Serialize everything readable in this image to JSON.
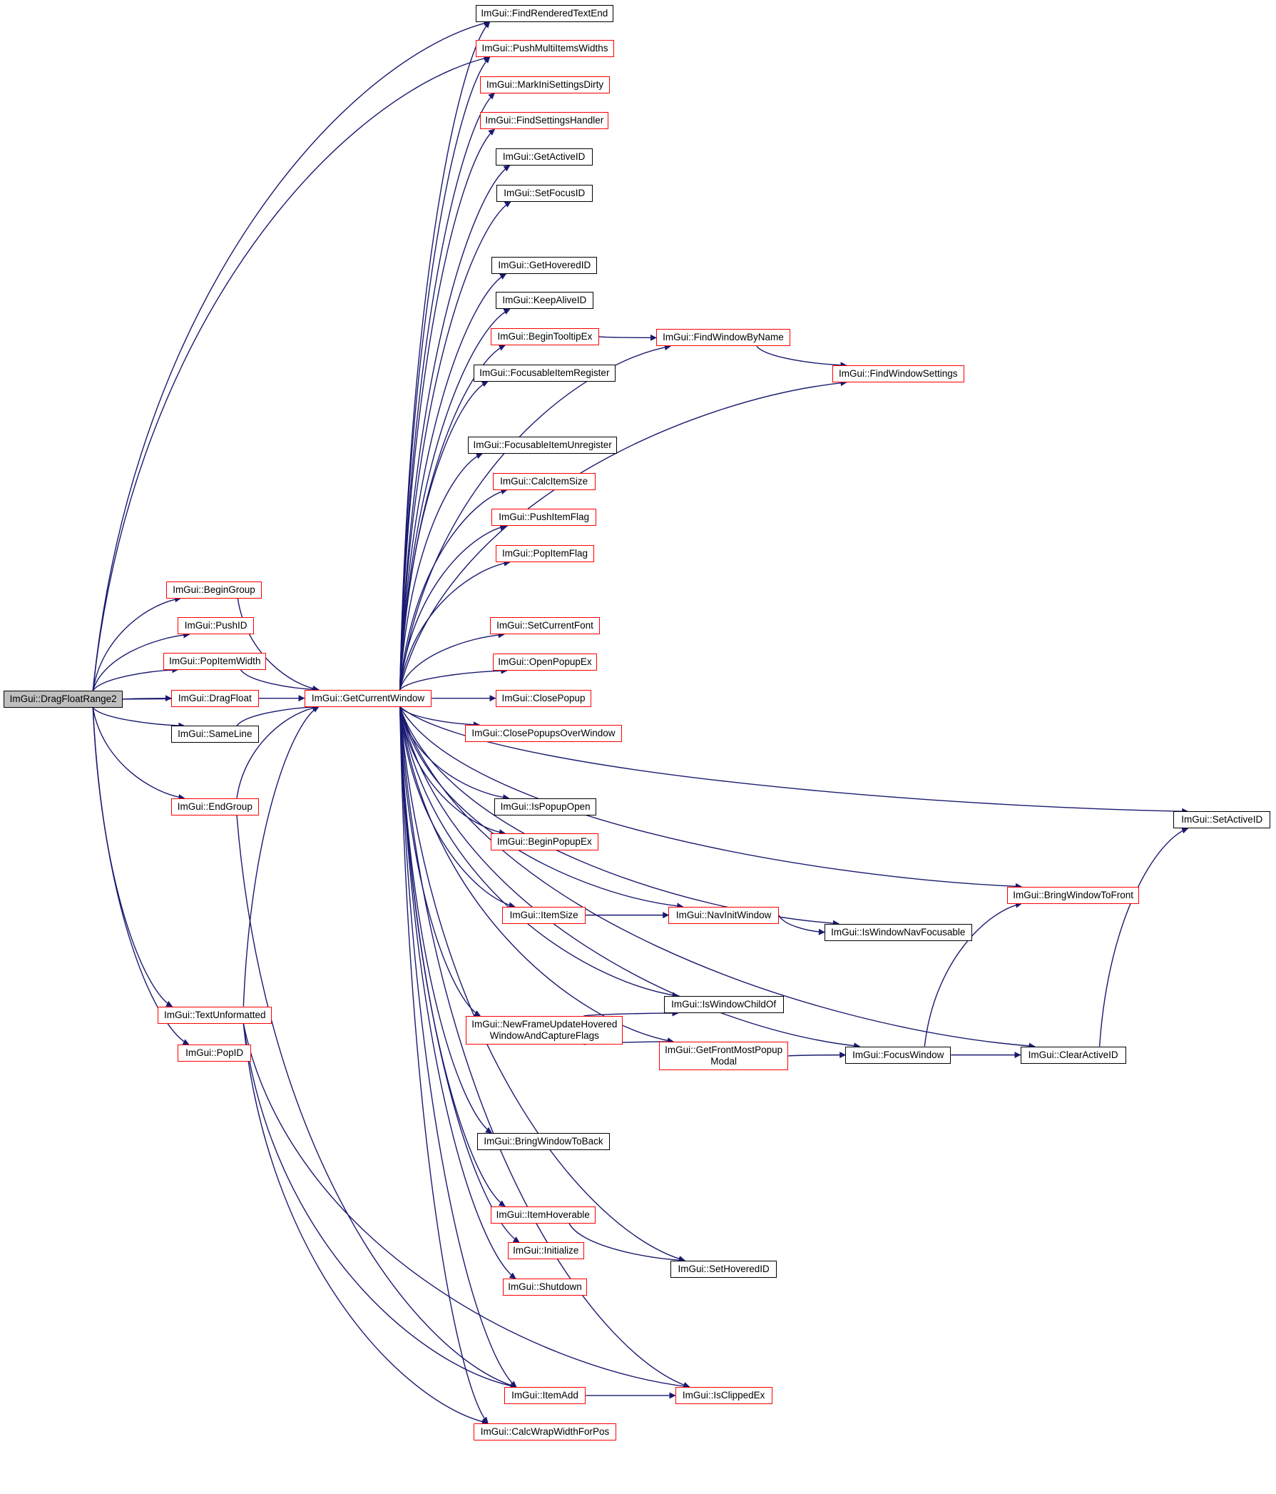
{
  "diagram": {
    "title": "Call graph of ImGui::DragFloatRange2",
    "edge_color": "#191970",
    "border_colors": {
      "documented": "#ff0000",
      "undocumented": "#000000",
      "root": "#000000"
    },
    "root_fill": "#bfbfbf",
    "nodes": [
      {
        "id": "DragFloatRange2",
        "label": "ImGui::DragFloatRange2",
        "style": "root"
      },
      {
        "id": "FindRenderedTextEnd",
        "label": "ImGui::FindRenderedTextEnd",
        "style": "black"
      },
      {
        "id": "PushMultiItemsWidths",
        "label": "ImGui::PushMultiItemsWidths",
        "style": "red"
      },
      {
        "id": "MarkIniSettingsDirty",
        "label": "ImGui::MarkIniSettingsDirty",
        "style": "red"
      },
      {
        "id": "FindSettingsHandler",
        "label": "ImGui::FindSettingsHandler",
        "style": "red"
      },
      {
        "id": "GetActiveID",
        "label": "ImGui::GetActiveID",
        "style": "black"
      },
      {
        "id": "SetFocusID",
        "label": "ImGui::SetFocusID",
        "style": "black"
      },
      {
        "id": "GetHoveredID",
        "label": "ImGui::GetHoveredID",
        "style": "black"
      },
      {
        "id": "KeepAliveID",
        "label": "ImGui::KeepAliveID",
        "style": "black"
      },
      {
        "id": "BeginTooltipEx",
        "label": "ImGui::BeginTooltipEx",
        "style": "red"
      },
      {
        "id": "FindWindowByName",
        "label": "ImGui::FindWindowByName",
        "style": "red"
      },
      {
        "id": "FindWindowSettings",
        "label": "ImGui::FindWindowSettings",
        "style": "red"
      },
      {
        "id": "FocusableItemRegister",
        "label": "ImGui::FocusableItemRegister",
        "style": "black"
      },
      {
        "id": "FocusableItemUnregister",
        "label": "ImGui::FocusableItemUnregister",
        "style": "black"
      },
      {
        "id": "CalcItemSize",
        "label": "ImGui::CalcItemSize",
        "style": "red"
      },
      {
        "id": "PushItemFlag",
        "label": "ImGui::PushItemFlag",
        "style": "red"
      },
      {
        "id": "PopItemFlag",
        "label": "ImGui::PopItemFlag",
        "style": "red"
      },
      {
        "id": "BeginGroup",
        "label": "ImGui::BeginGroup",
        "style": "red"
      },
      {
        "id": "PushID",
        "label": "ImGui::PushID",
        "style": "red"
      },
      {
        "id": "PopItemWidth",
        "label": "ImGui::PopItemWidth",
        "style": "red"
      },
      {
        "id": "DragFloat",
        "label": "ImGui::DragFloat",
        "style": "red"
      },
      {
        "id": "SameLine",
        "label": "ImGui::SameLine",
        "style": "black"
      },
      {
        "id": "EndGroup",
        "label": "ImGui::EndGroup",
        "style": "red"
      },
      {
        "id": "TextUnformatted",
        "label": "ImGui::TextUnformatted",
        "style": "red"
      },
      {
        "id": "PopID",
        "label": "ImGui::PopID",
        "style": "red"
      },
      {
        "id": "GetCurrentWindow",
        "label": "ImGui::GetCurrentWindow",
        "style": "red"
      },
      {
        "id": "SetCurrentFont",
        "label": "ImGui::SetCurrentFont",
        "style": "red"
      },
      {
        "id": "OpenPopupEx",
        "label": "ImGui::OpenPopupEx",
        "style": "red"
      },
      {
        "id": "ClosePopup",
        "label": "ImGui::ClosePopup",
        "style": "red"
      },
      {
        "id": "ClosePopupsOverWindow",
        "label": "ImGui::ClosePopupsOverWindow",
        "style": "red"
      },
      {
        "id": "IsPopupOpen",
        "label": "ImGui::IsPopupOpen",
        "style": "black"
      },
      {
        "id": "BeginPopupEx",
        "label": "ImGui::BeginPopupEx",
        "style": "red"
      },
      {
        "id": "ItemSize",
        "label": "ImGui::ItemSize",
        "style": "red"
      },
      {
        "id": "NavInitWindow",
        "label": "ImGui::NavInitWindow",
        "style": "red"
      },
      {
        "id": "IsWindowNavFocusable",
        "label": "ImGui::IsWindowNavFocusable",
        "style": "black"
      },
      {
        "id": "IsWindowChildOf",
        "label": "ImGui::IsWindowChildOf",
        "style": "black"
      },
      {
        "id": "NewFrameUpdateHovered",
        "label": "ImGui::NewFrameUpdateHovered\nWindowAndCaptureFlags",
        "style": "red"
      },
      {
        "id": "GetFrontMostPopupModal",
        "label": "ImGui::GetFrontMostPopup\nModal",
        "style": "red"
      },
      {
        "id": "FocusWindow",
        "label": "ImGui::FocusWindow",
        "style": "black"
      },
      {
        "id": "ClearActiveID",
        "label": "ImGui::ClearActiveID",
        "style": "black"
      },
      {
        "id": "SetActiveID",
        "label": "ImGui::SetActiveID",
        "style": "black"
      },
      {
        "id": "BringWindowToFront",
        "label": "ImGui::BringWindowToFront",
        "style": "red"
      },
      {
        "id": "BringWindowToBack",
        "label": "ImGui::BringWindowToBack",
        "style": "black"
      },
      {
        "id": "ItemHoverable",
        "label": "ImGui::ItemHoverable",
        "style": "red"
      },
      {
        "id": "Initialize",
        "label": "ImGui::Initialize",
        "style": "red"
      },
      {
        "id": "Shutdown",
        "label": "ImGui::Shutdown",
        "style": "red"
      },
      {
        "id": "SetHoveredID",
        "label": "ImGui::SetHoveredID",
        "style": "black"
      },
      {
        "id": "ItemAdd",
        "label": "ImGui::ItemAdd",
        "style": "red"
      },
      {
        "id": "IsClippedEx",
        "label": "ImGui::IsClippedEx",
        "style": "red"
      },
      {
        "id": "CalcWrapWidthForPos",
        "label": "ImGui::CalcWrapWidthForPos",
        "style": "red"
      }
    ],
    "edges": [
      [
        "DragFloatRange2",
        "FindRenderedTextEnd"
      ],
      [
        "DragFloatRange2",
        "PushMultiItemsWidths"
      ],
      [
        "DragFloatRange2",
        "BeginGroup"
      ],
      [
        "DragFloatRange2",
        "PushID"
      ],
      [
        "DragFloatRange2",
        "PopItemWidth"
      ],
      [
        "DragFloatRange2",
        "DragFloat"
      ],
      [
        "DragFloatRange2",
        "SameLine"
      ],
      [
        "DragFloatRange2",
        "GetCurrentWindow"
      ],
      [
        "DragFloatRange2",
        "EndGroup"
      ],
      [
        "DragFloatRange2",
        "TextUnformatted"
      ],
      [
        "DragFloatRange2",
        "PopID"
      ],
      [
        "BeginGroup",
        "GetCurrentWindow"
      ],
      [
        "PopItemWidth",
        "GetCurrentWindow"
      ],
      [
        "SameLine",
        "GetCurrentWindow"
      ],
      [
        "EndGroup",
        "GetCurrentWindow"
      ],
      [
        "EndGroup",
        "ItemAdd"
      ],
      [
        "TextUnformatted",
        "GetCurrentWindow"
      ],
      [
        "TextUnformatted",
        "ItemAdd"
      ],
      [
        "TextUnformatted",
        "CalcWrapWidthForPos"
      ],
      [
        "TextUnformatted",
        "IsClippedEx"
      ],
      [
        "GetCurrentWindow",
        "FindRenderedTextEnd"
      ],
      [
        "GetCurrentWindow",
        "PushMultiItemsWidths"
      ],
      [
        "GetCurrentWindow",
        "MarkIniSettingsDirty"
      ],
      [
        "GetCurrentWindow",
        "FindSettingsHandler"
      ],
      [
        "GetCurrentWindow",
        "GetActiveID"
      ],
      [
        "GetCurrentWindow",
        "SetFocusID"
      ],
      [
        "GetCurrentWindow",
        "FindWindowByName"
      ],
      [
        "GetCurrentWindow",
        "GetHoveredID"
      ],
      [
        "GetCurrentWindow",
        "KeepAliveID"
      ],
      [
        "GetCurrentWindow",
        "BeginTooltipEx"
      ],
      [
        "GetCurrentWindow",
        "FocusableItemRegister"
      ],
      [
        "GetCurrentWindow",
        "FindWindowSettings"
      ],
      [
        "GetCurrentWindow",
        "FocusableItemUnregister"
      ],
      [
        "GetCurrentWindow",
        "CalcItemSize"
      ],
      [
        "GetCurrentWindow",
        "PushItemFlag"
      ],
      [
        "GetCurrentWindow",
        "PopItemFlag"
      ],
      [
        "GetCurrentWindow",
        "SetActiveID"
      ],
      [
        "GetCurrentWindow",
        "SetCurrentFont"
      ],
      [
        "GetCurrentWindow",
        "OpenPopupEx"
      ],
      [
        "GetCurrentWindow",
        "ClosePopup"
      ],
      [
        "GetCurrentWindow",
        "ClosePopupsOverWindow"
      ],
      [
        "GetCurrentWindow",
        "IsPopupOpen"
      ],
      [
        "GetCurrentWindow",
        "BringWindowToFront"
      ],
      [
        "GetCurrentWindow",
        "BeginPopupEx"
      ],
      [
        "GetCurrentWindow",
        "NavInitWindow"
      ],
      [
        "GetCurrentWindow",
        "ItemSize"
      ],
      [
        "GetCurrentWindow",
        "IsWindowNavFocusable"
      ],
      [
        "GetCurrentWindow",
        "IsWindowChildOf"
      ],
      [
        "GetCurrentWindow",
        "NewFrameUpdateHovered"
      ],
      [
        "GetCurrentWindow",
        "GetFrontMostPopupModal"
      ],
      [
        "GetCurrentWindow",
        "FocusWindow"
      ],
      [
        "GetCurrentWindow",
        "BringWindowToBack"
      ],
      [
        "GetCurrentWindow",
        "ClearActiveID"
      ],
      [
        "GetCurrentWindow",
        "ItemHoverable"
      ],
      [
        "GetCurrentWindow",
        "Initialize"
      ],
      [
        "GetCurrentWindow",
        "Shutdown"
      ],
      [
        "GetCurrentWindow",
        "SetHoveredID"
      ],
      [
        "GetCurrentWindow",
        "IsClippedEx"
      ],
      [
        "GetCurrentWindow",
        "ItemAdd"
      ],
      [
        "GetCurrentWindow",
        "CalcWrapWidthForPos"
      ],
      [
        "BeginTooltipEx",
        "FindWindowByName"
      ],
      [
        "FindWindowByName",
        "FindWindowSettings"
      ],
      [
        "ItemSize",
        "NavInitWindow"
      ],
      [
        "NavInitWindow",
        "IsWindowNavFocusable"
      ],
      [
        "NewFrameUpdateHovered",
        "IsWindowChildOf"
      ],
      [
        "NewFrameUpdateHovered",
        "GetFrontMostPopupModal"
      ],
      [
        "GetFrontMostPopupModal",
        "FocusWindow"
      ],
      [
        "FocusWindow",
        "ClearActiveID"
      ],
      [
        "FocusWindow",
        "BringWindowToFront"
      ],
      [
        "ClearActiveID",
        "SetActiveID"
      ],
      [
        "ItemHoverable",
        "SetHoveredID"
      ],
      [
        "ItemAdd",
        "IsClippedEx"
      ]
    ]
  }
}
